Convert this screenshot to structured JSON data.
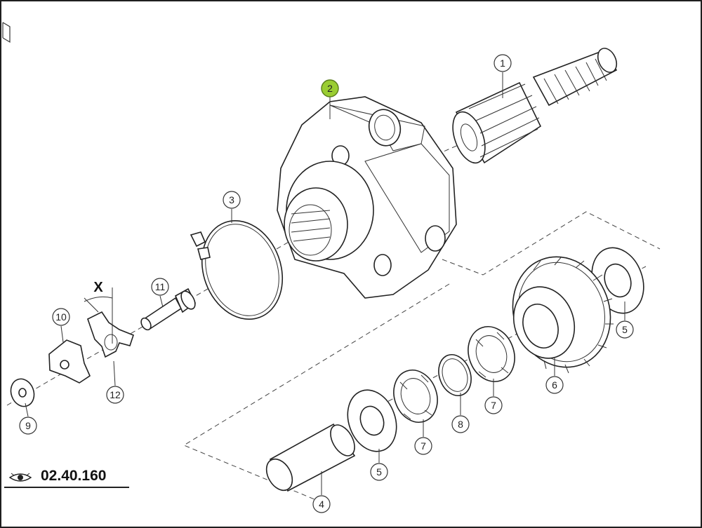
{
  "reference_code": "02.40.160",
  "view_label": "X",
  "callouts": [
    {
      "id": "c1",
      "label": "1",
      "selected": false
    },
    {
      "id": "c2",
      "label": "2",
      "selected": true
    },
    {
      "id": "c3",
      "label": "3",
      "selected": false
    },
    {
      "id": "c4",
      "label": "4",
      "selected": false
    },
    {
      "id": "c5a",
      "label": "5",
      "selected": false
    },
    {
      "id": "c5b",
      "label": "5",
      "selected": false
    },
    {
      "id": "c6",
      "label": "6",
      "selected": false
    },
    {
      "id": "c7a",
      "label": "7",
      "selected": false
    },
    {
      "id": "c7b",
      "label": "7",
      "selected": false
    },
    {
      "id": "c8",
      "label": "8",
      "selected": false
    },
    {
      "id": "c9",
      "label": "9",
      "selected": false
    },
    {
      "id": "c10",
      "label": "10",
      "selected": false
    },
    {
      "id": "c11",
      "label": "11",
      "selected": false
    },
    {
      "id": "c12",
      "label": "12",
      "selected": false
    }
  ],
  "colors": {
    "selected_callout": "#9acd32",
    "line": "#222222"
  },
  "icons": {
    "view": "eye-icon",
    "corner": "document-corner-icon"
  }
}
